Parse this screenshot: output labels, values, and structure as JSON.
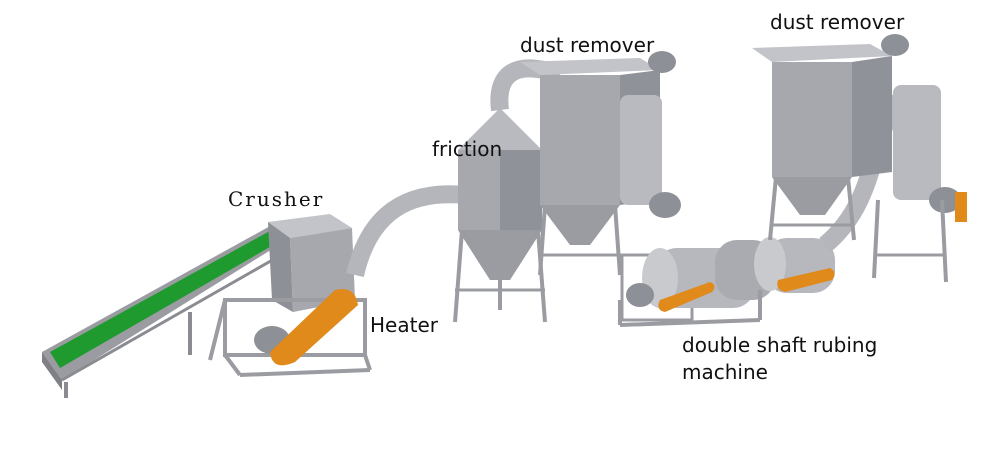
{
  "labels": {
    "crusher": "Crusher",
    "heater": "Heater",
    "friction": "friction",
    "dust_remover_1": "dust remover",
    "dust_remover_2": "dust remover",
    "rubing_line1": "double shaft rubing",
    "rubing_line2": "machine"
  },
  "colors": {
    "machine": "#a6a8ae",
    "machine_dark": "#8d9096",
    "machine_light": "#c2c4c9",
    "belt": "#1f9a2e",
    "guard": "#e08a1c",
    "frame": "#9a9ca2"
  }
}
